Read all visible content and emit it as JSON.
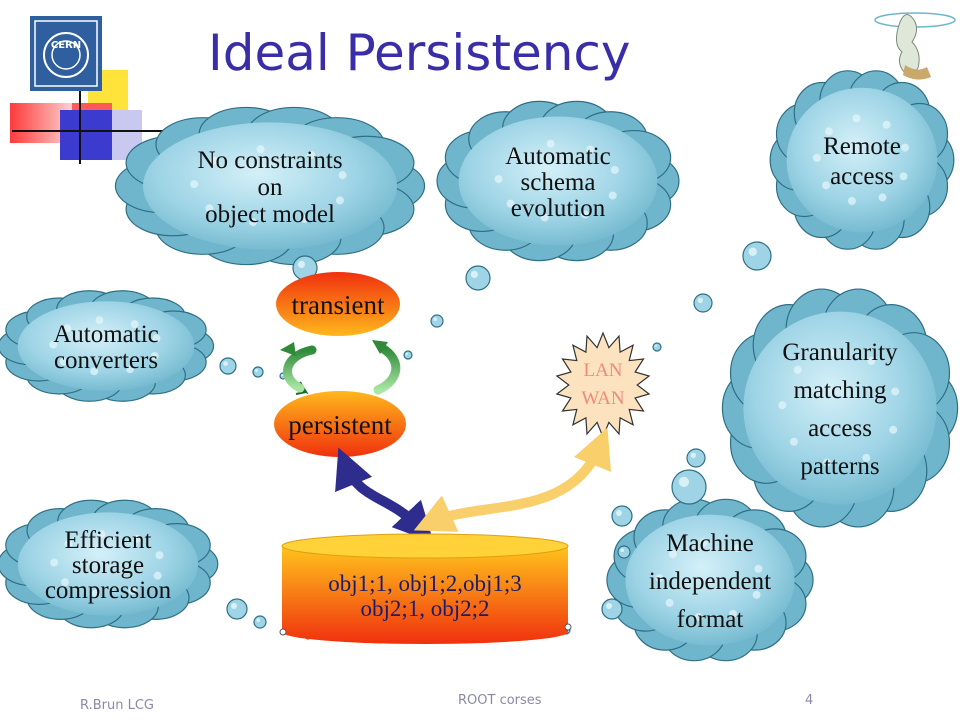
{
  "slide": {
    "title": "Ideal Persistency",
    "logo_text": "CERN",
    "footer_left": "R.Brun LCG",
    "footer_center": "ROOT corses",
    "page_number": "4"
  },
  "clouds": {
    "no_constraints": [
      "No constraints",
      "on",
      "object model"
    ],
    "schema_evolution": [
      "Automatic",
      "schema",
      "evolution"
    ],
    "remote_access": [
      "Remote",
      "access"
    ],
    "converters": [
      "Automatic",
      "converters"
    ],
    "granularity": [
      "Granularity",
      "matching",
      "access",
      "patterns"
    ],
    "storage": [
      "Efficient",
      "storage",
      "compression"
    ],
    "machine_independent": [
      "Machine",
      "independent",
      "format"
    ]
  },
  "states": {
    "transient": "transient",
    "persistent": "persistent"
  },
  "network": [
    "LAN",
    "WAN"
  ],
  "storage_file": {
    "line1": "obj1;1, obj1;2,obj1;3",
    "line2": "obj2;1, obj2;2"
  },
  "colors": {
    "title": "#3a2ea8",
    "cloud_fill": "#9ed4e6",
    "cloud_stroke": "#2f6f86",
    "ellipse_red": "#f03a14",
    "ellipse_orange": "#ffb81c",
    "arrow_blue": "#2e2d8e",
    "arrow_yellow": "#f8cf6a",
    "star_fill": "#fde2bf",
    "network_text": "#f08a78"
  }
}
